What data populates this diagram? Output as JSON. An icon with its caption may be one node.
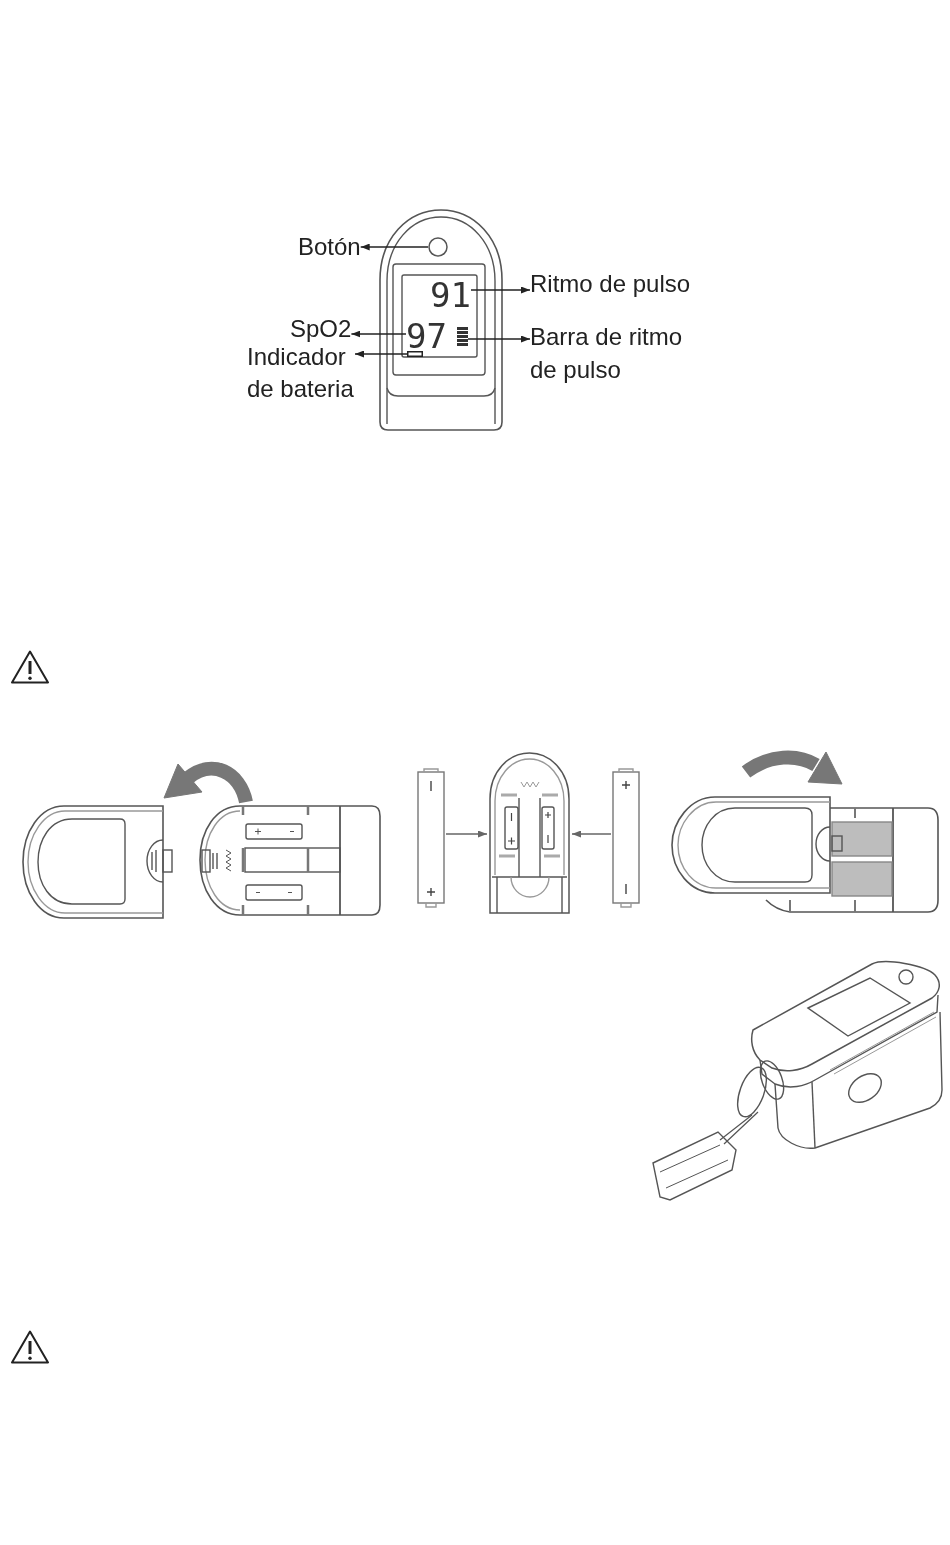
{
  "diagram": {
    "nodes": [
      {
        "text": [
          "Botón"
        ]
      },
      {
        "text": [],
        "shape": "circle"
      },
      {
        "text": [
          "Ritmo de pulso"
        ]
      },
      {
        "text": [
          "91"
        ]
      },
      {
        "text": [
          "SpO2"
        ]
      },
      {
        "text": [
          "97"
        ]
      },
      {
        "text": [
          "Indicador de bateria"
        ]
      },
      {
        "text": [],
        "shape": "box"
      },
      {
        "text": [
          "Barra de ritmo de pulso"
        ]
      },
      {
        "text": [],
        "shape": "bar"
      },
      {
        "text": [],
        "shape": "picture"
      },
      {
        "text": [],
        "shape": "picture"
      },
      {
        "text": [],
        "shape": "picture"
      }
    ],
    "edges": [
      {
        "from": 1,
        "to": 0,
        "arrow": "to"
      },
      {
        "from": 3,
        "to": 2,
        "arrow": "to"
      },
      {
        "from": 5,
        "to": 4,
        "arrow": "to"
      },
      {
        "from": 7,
        "to": 6,
        "arrow": "to"
      },
      {
        "from": 9,
        "to": 8,
        "arrow": "to"
      },
      {
        "from": 10,
        "to": 11,
        "arrow": "to",
        "color": "#666666"
      },
      {
        "from": 12,
        "to": 11,
        "arrow": "to",
        "color": "#666666"
      }
    ]
  }
}
